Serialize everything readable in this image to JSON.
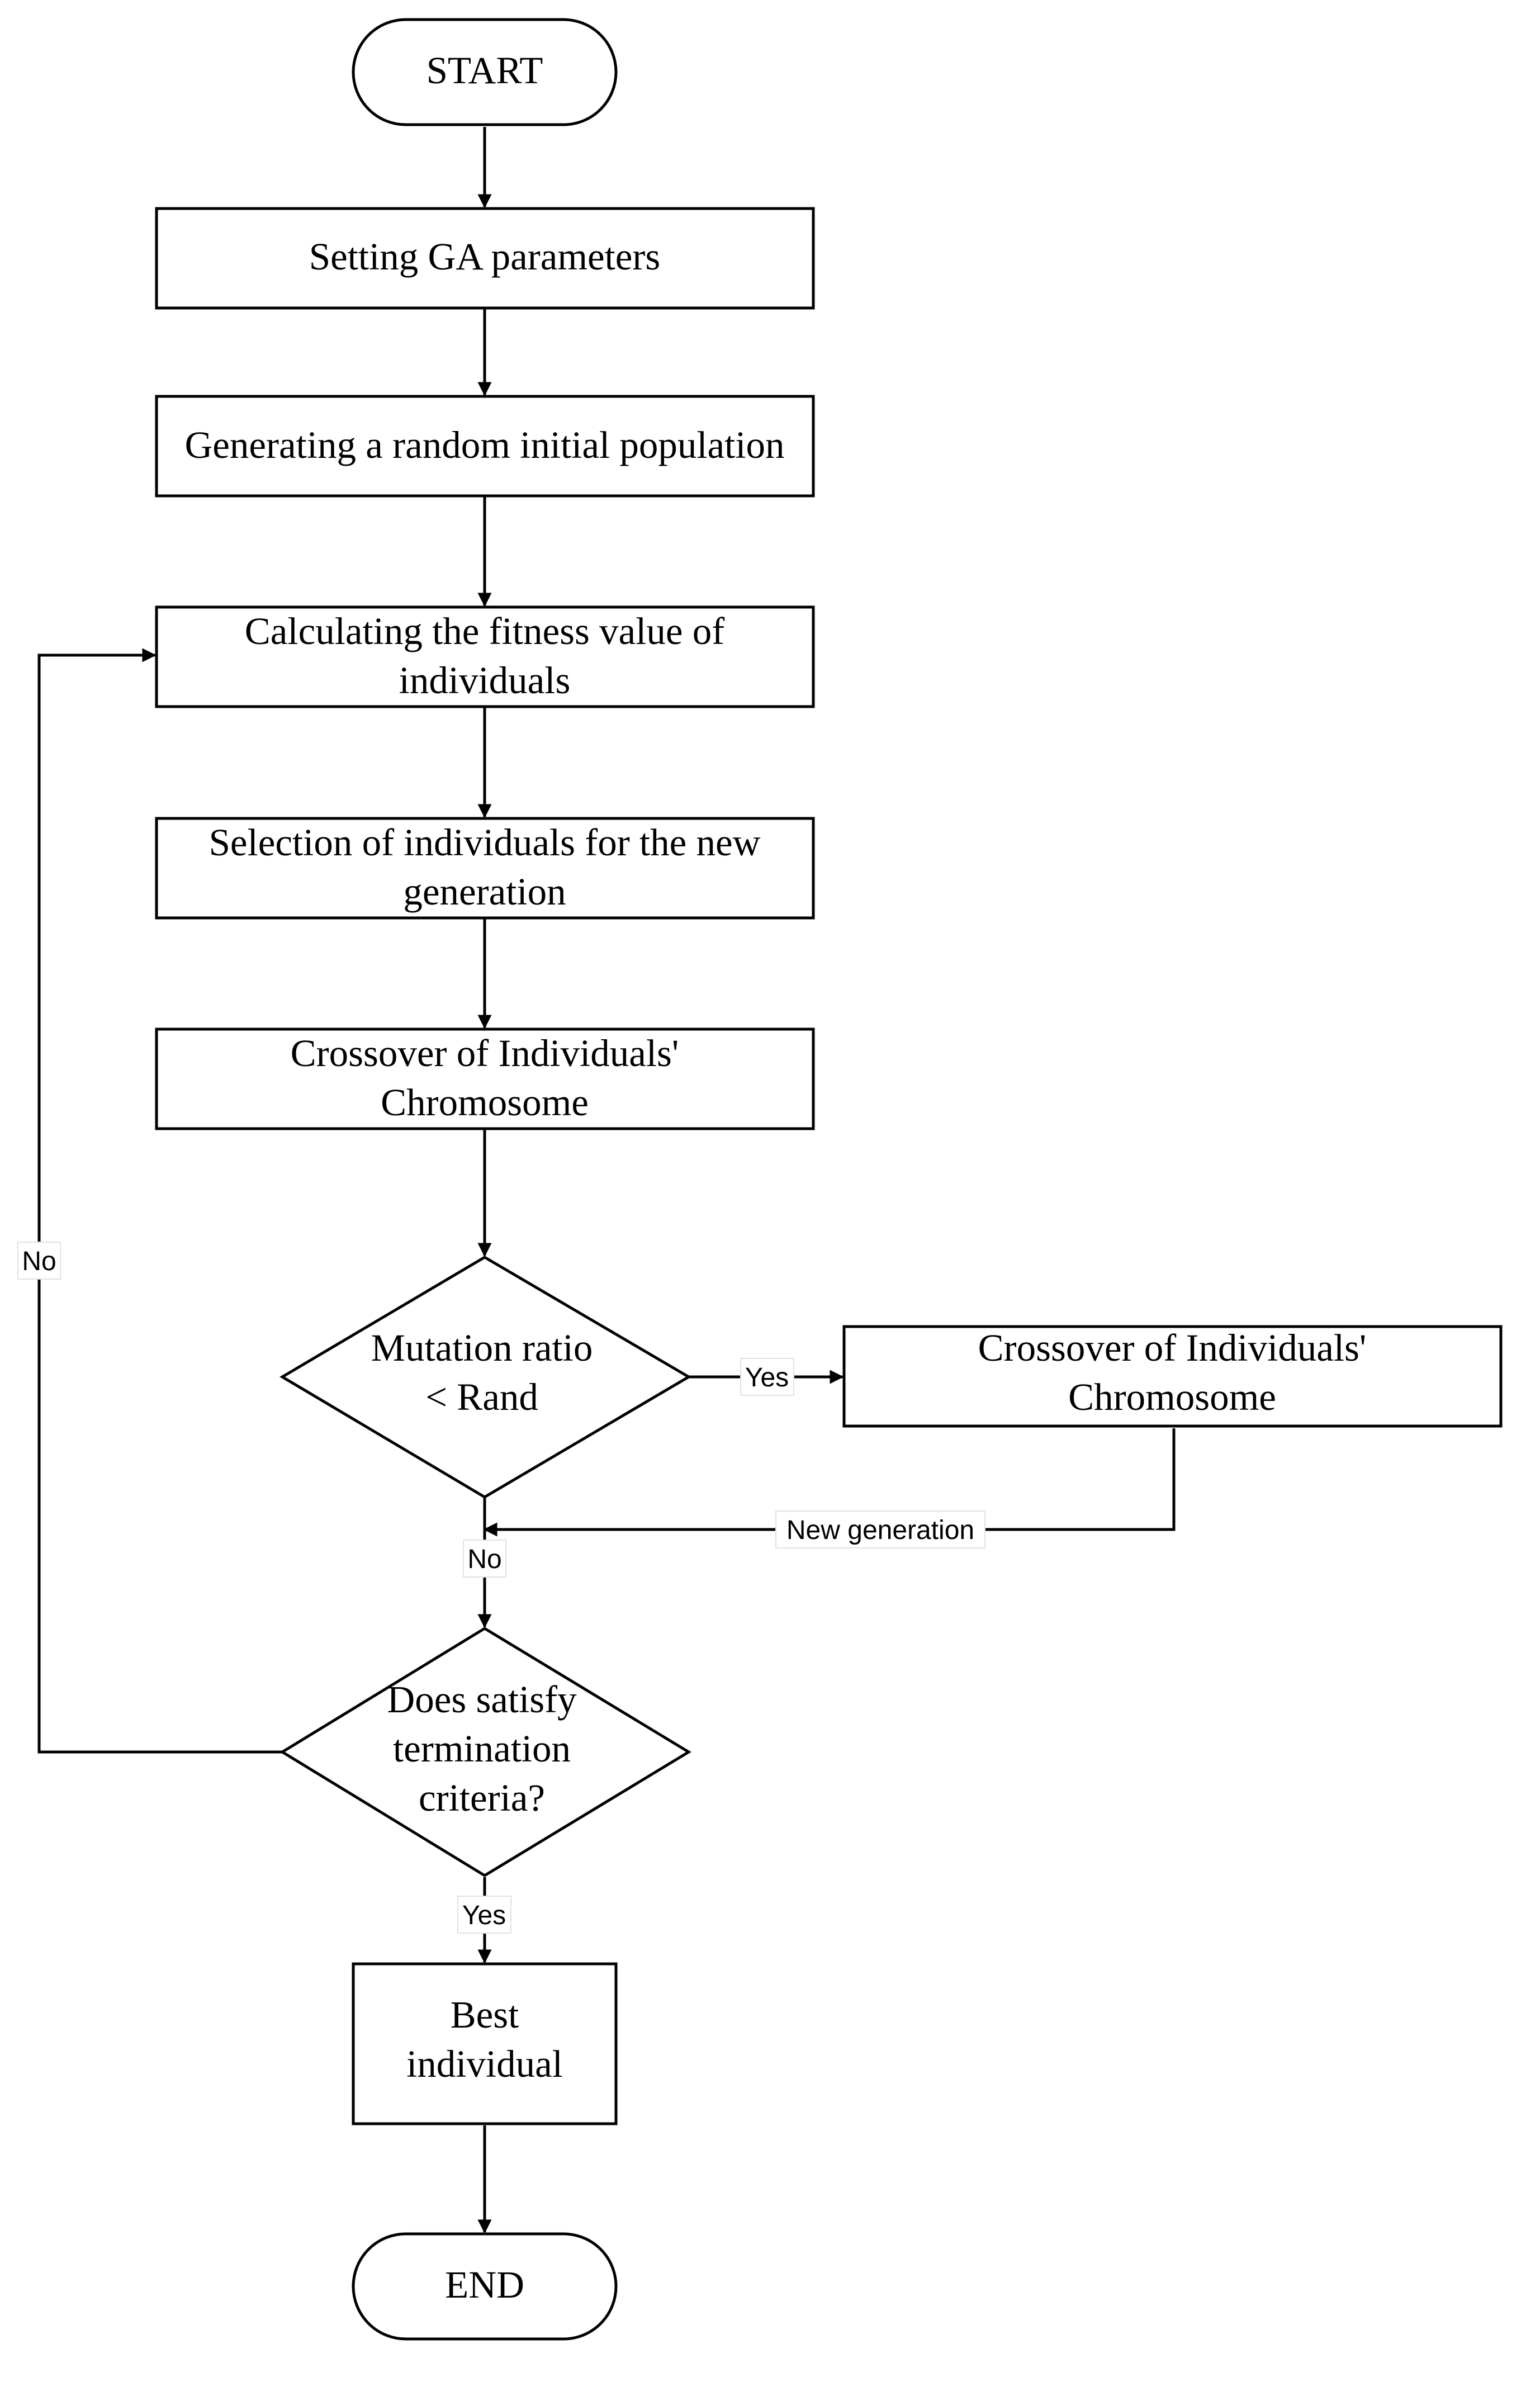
{
  "nodes": {
    "start": {
      "lines": [
        "START"
      ]
    },
    "set_params": {
      "lines": [
        "Setting GA parameters"
      ]
    },
    "init_pop": {
      "lines": [
        "Generating a random initial population"
      ]
    },
    "fitness": {
      "lines": [
        "Calculating the fitness value of",
        "individuals"
      ]
    },
    "selection": {
      "lines": [
        "Selection of individuals for the new",
        "generation"
      ]
    },
    "crossover": {
      "lines": [
        "Crossover of Individuals'",
        "Chromosome"
      ]
    },
    "mutation_decision": {
      "lines": [
        "Mutation ratio",
        "< Rand"
      ]
    },
    "mutation_box": {
      "lines": [
        "Crossover of Individuals'",
        "Chromosome"
      ]
    },
    "termination_decision": {
      "lines": [
        "Does satisfy",
        "termination",
        "criteria?"
      ]
    },
    "best": {
      "lines": [
        "Best",
        "individual"
      ]
    },
    "end": {
      "lines": [
        "END"
      ]
    }
  },
  "edge_labels": {
    "loop_no": "No",
    "mutation_yes": "Yes",
    "new_generation": "New generation",
    "mutation_no": "No",
    "termination_yes": "Yes"
  },
  "colors": {
    "stroke": "#000000",
    "fill": "#ffffff",
    "label_border": "#e2e2e2"
  }
}
